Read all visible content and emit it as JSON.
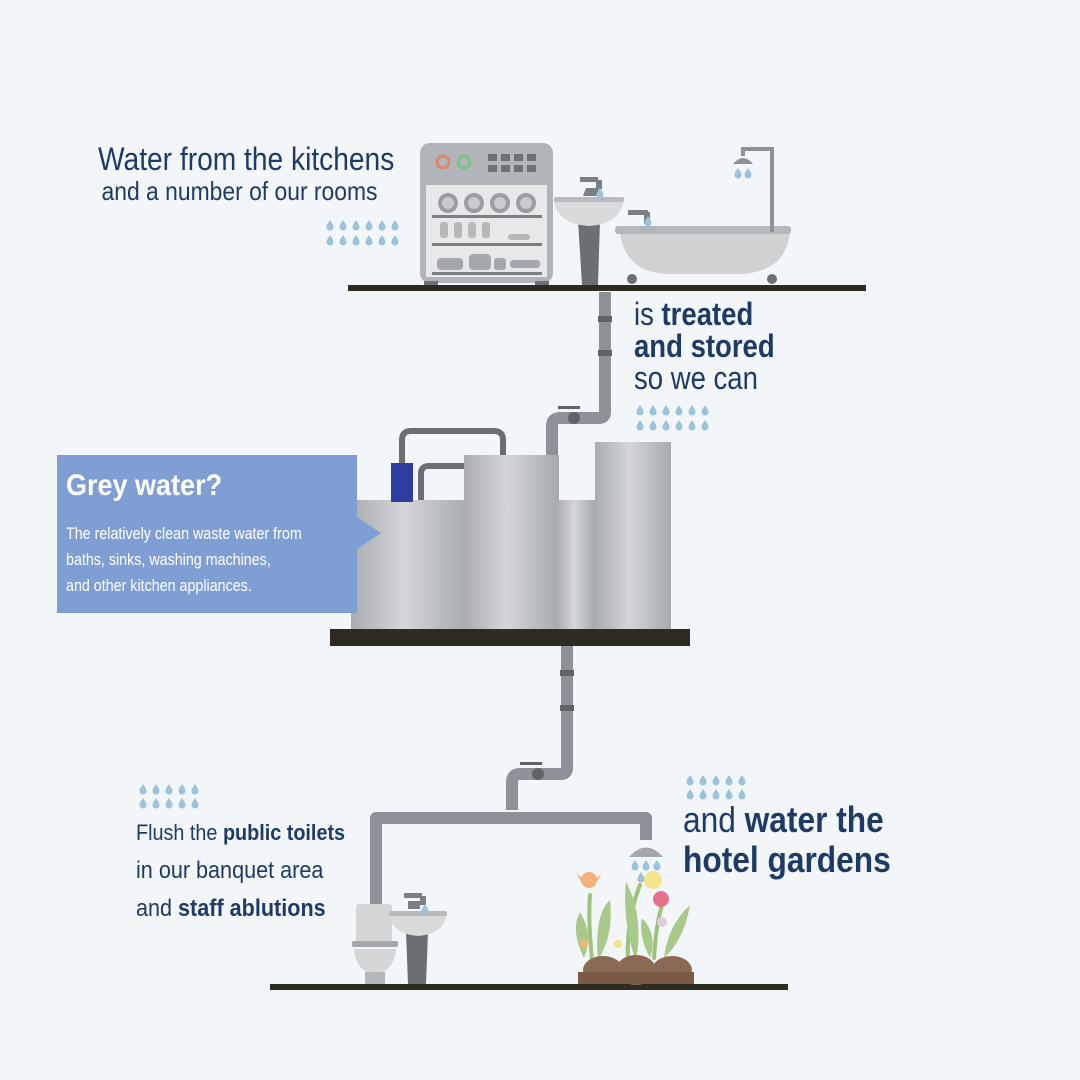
{
  "intro": {
    "line1": "Water from the kitchens",
    "line2": "and a number of our rooms"
  },
  "treated": {
    "pre": "is ",
    "bold1": "treated",
    "bold2": "and stored",
    "line3": "so we can"
  },
  "callout": {
    "title": "Grey water?",
    "body_lines": [
      "The relatively clean waste water from",
      "baths, sinks, washing machines,",
      "and other kitchen appliances."
    ]
  },
  "toilets": {
    "a": "Flush the ",
    "b": "public toilets",
    "c": "in our banquet area",
    "d": "and ",
    "e": "staff ablutions"
  },
  "gardens": {
    "a": "and ",
    "b": "water the",
    "c": "hotel gardens"
  },
  "icons": [
    "dishwasher-icon",
    "sink-icon",
    "bathtub-icon",
    "shower-icon",
    "water-drops-icon",
    "treatment-tank-icon",
    "toilet-icon",
    "sprinkler-icon",
    "flowers-icon",
    "valve-icon"
  ],
  "colors": {
    "background": "#f3f6f9",
    "text": "#1e3a66",
    "callout": "#7f9fd4",
    "drop": "#9cc3dc",
    "shelf": "#2e2b20",
    "pipe": "#8e9298",
    "steel": "#bcbfc3"
  }
}
